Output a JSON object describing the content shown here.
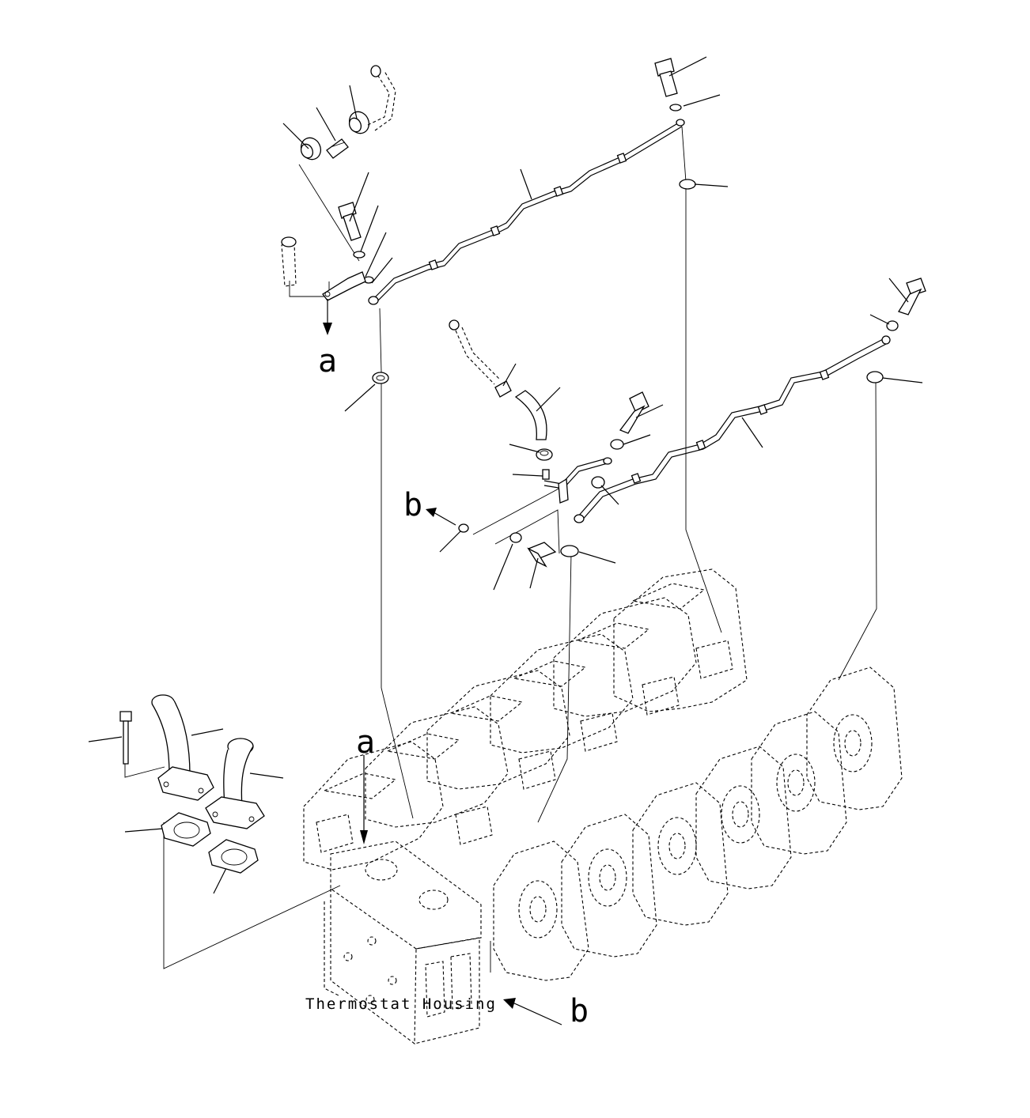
{
  "labels": {
    "view_a_top": "a",
    "view_a_bottom": "a",
    "view_b_left": "b",
    "view_b_bottom": "b",
    "caption_thermostat": "Thermostat Housing"
  }
}
